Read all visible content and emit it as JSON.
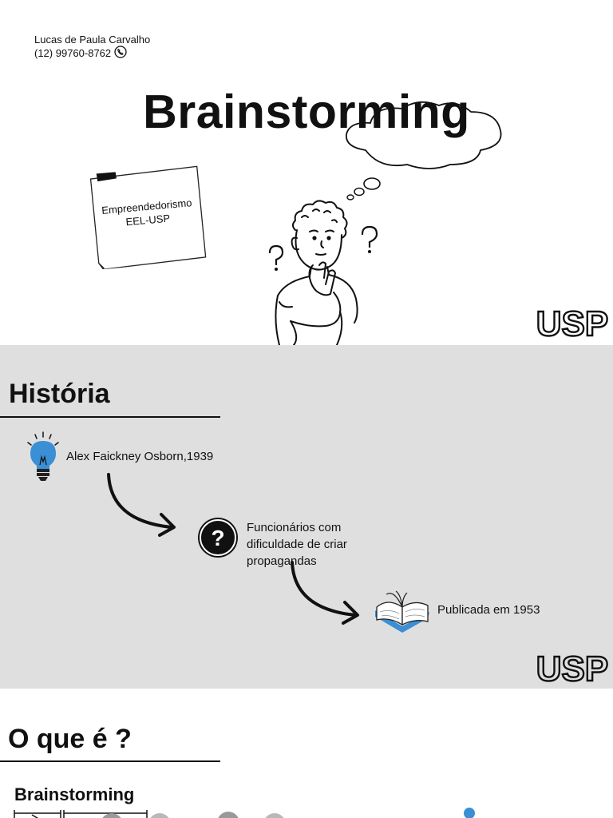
{
  "slide1": {
    "author_name": "Lucas de Paula Carvalho",
    "author_phone": "(12) 99760-8762",
    "title": "Brainstorming",
    "note_line1": "Empreendedorismo",
    "note_line2": "EEL-USP",
    "logo_text": "USP",
    "icons": [
      "phone-icon",
      "thought-cloud",
      "thinking-person",
      "question-mark-icon",
      "sticky-note"
    ]
  },
  "slide2": {
    "heading": "História",
    "events": [
      {
        "text": "Alex Faickney Osborn,1939",
        "icon": "lightbulb-icon"
      },
      {
        "lines": [
          "Funcionários com",
          "dificuldade de criar",
          "propagandas"
        ],
        "icon": "question-circle-icon"
      },
      {
        "text": "Publicada em 1953",
        "icon": "open-book-icon"
      }
    ],
    "logo_text": "USP"
  },
  "slide3": {
    "heading": "O que é ?",
    "subheading": "Brainstorming"
  },
  "colors": {
    "accent_blue": "#3b8fd4",
    "section_bg": "#e0dfdf",
    "text": "#111111"
  }
}
